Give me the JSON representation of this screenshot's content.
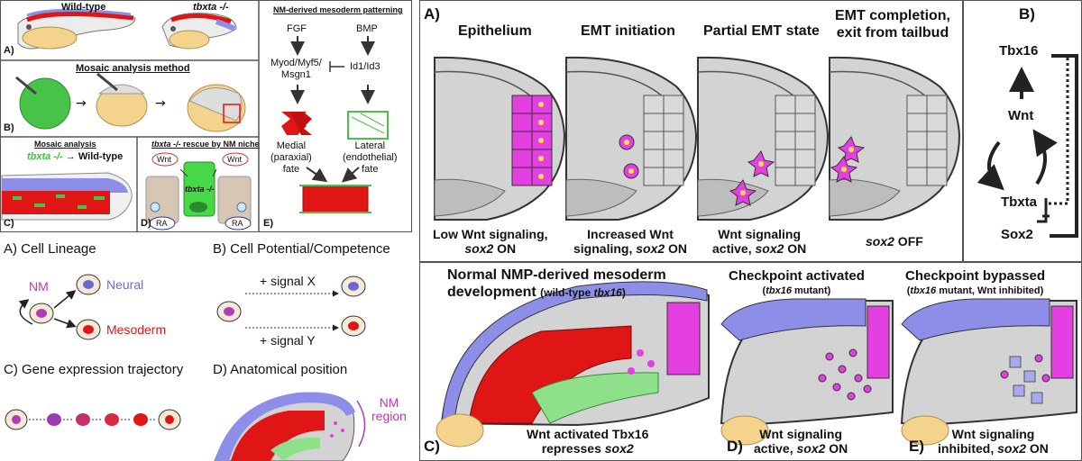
{
  "panel1": {
    "A": {
      "letter": "A)",
      "wild_type": "Wild-type",
      "mutant": "tbxta -/-"
    },
    "B": {
      "letter": "B)",
      "title": "Mosaic analysis method"
    },
    "C": {
      "letter": "C)",
      "title": "Mosaic analysis",
      "donor": "tbxta -/-",
      "arrow": "→",
      "host": "Wild-type"
    },
    "D": {
      "letter": "D)",
      "title_it": "tbxta -/-",
      "title_rest": " rescue by NM niche",
      "wnt": "Wnt",
      "center": "tbxta -/-",
      "ra": "RA"
    },
    "E": {
      "letter": "E)",
      "title": "NM-derived mesoderm patterning",
      "fgf": "FGF",
      "bmp": "BMP",
      "myod1": "Myod/Myf5/",
      "myod2": "Msgn1",
      "id": "Id1/Id3",
      "medial1": "Medial",
      "medial2": "(paraxial)",
      "medial3": "fate",
      "lateral1": "Lateral",
      "lateral2": "(endothelial)",
      "lateral3": "fate"
    }
  },
  "concepts": {
    "A": {
      "title": "A) Cell Lineage",
      "nm": "NM",
      "neural": "Neural",
      "mesoderm": "Mesoderm"
    },
    "B": {
      "title": "B) Cell Potential/Competence",
      "x": "+ signal X",
      "y": "+ signal Y"
    },
    "C": {
      "title": "C) Gene expression trajectory"
    },
    "D": {
      "title": "D) Anatomical position",
      "nm1": "NM",
      "nm2": "region"
    }
  },
  "emt": {
    "letter": "A)",
    "stage1": "Epithelium",
    "stage2": "EMT initiation",
    "stage3": "Partial EMT state",
    "stage4a": "EMT completion,",
    "stage4b": "exit from tailbud",
    "cap1a": "Low Wnt signaling,",
    "cap1b_it": "sox2",
    "cap1b": " ON",
    "cap2a": "Increased Wnt",
    "cap2b": "signaling, ",
    "cap2b_it": "sox2",
    "cap2c": " ON",
    "cap3a": "Wnt signaling",
    "cap3b": "active, ",
    "cap3b_it": "sox2",
    "cap3c": " ON",
    "cap4_it": "sox2",
    "cap4": " OFF"
  },
  "network": {
    "letter": "B)",
    "tbx16": "Tbx16",
    "wnt": "Wnt",
    "tbxta": "Tbxta",
    "sox2": "Sox2"
  },
  "checkpoints": {
    "C": {
      "letter": "C)",
      "title": "Normal NMP-derived mesoderm",
      "title2": "development",
      "sub_pre": "(wild-type ",
      "sub_it": "tbx16",
      "sub_post": ")",
      "cap1": "Wnt activated Tbx16",
      "cap2": "represses ",
      "cap2_it": "sox2"
    },
    "D": {
      "letter": "D)",
      "title": "Checkpoint activated",
      "sub_pre": "(",
      "sub_it": "tbx16",
      "sub_post": " mutant)",
      "cap1": "Wnt signaling",
      "cap2": "active, ",
      "cap2_it": "sox2",
      "cap2b": " ON"
    },
    "E": {
      "letter": "E)",
      "title": "Checkpoint bypassed",
      "sub_pre": "(",
      "sub_it": "tbx16",
      "sub_post": " mutant, Wnt inhibited)",
      "cap1": "Wnt signaling",
      "cap2": "inhibited, ",
      "cap2_it": "sox2",
      "cap2b": " ON"
    }
  },
  "colors": {
    "magenta": "#e43fe0",
    "red": "#e01515",
    "blue": "#8d8ee8",
    "green": "#8fe08a",
    "yolk": "#f4d38c",
    "gray": "#d3d3d3",
    "purple": "#b13cb5"
  }
}
